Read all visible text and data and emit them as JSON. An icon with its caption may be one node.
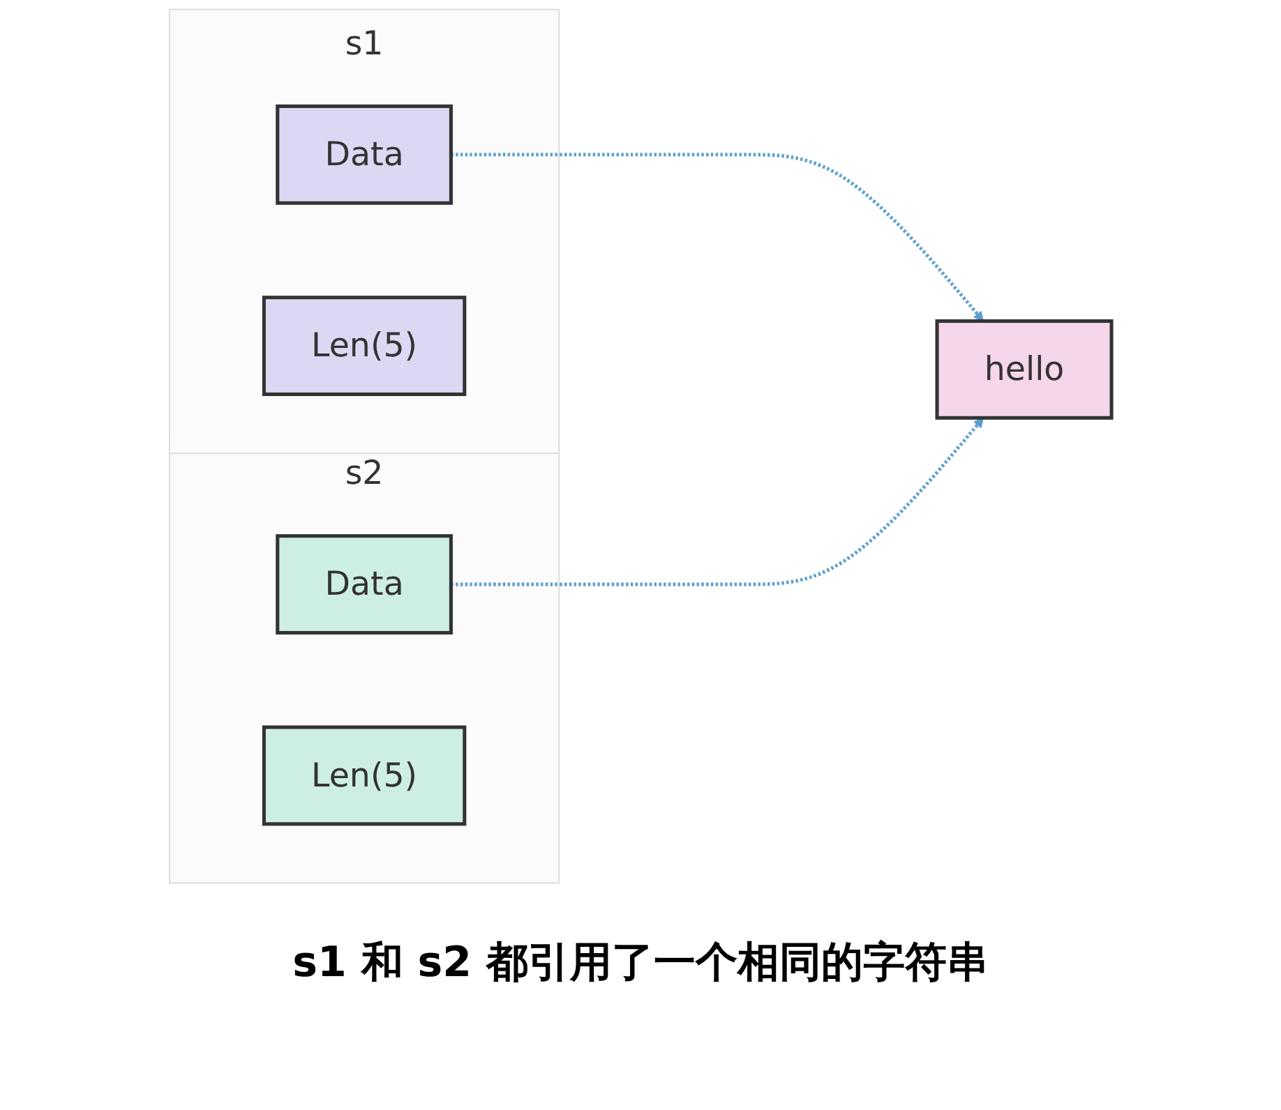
{
  "diagram": {
    "caption": "s1 和 s2 都引用了一个相同的字符串",
    "nodes": [
      {
        "text": [
          "s1"
        ]
      },
      {
        "text": [
          "Data"
        ],
        "in": 0
      },
      {
        "text": [
          "Len(5)"
        ],
        "in": 0
      },
      {
        "text": [
          "hello"
        ]
      },
      {
        "text": [
          "s2"
        ]
      },
      {
        "text": [
          "Data"
        ],
        "in": 4
      },
      {
        "text": [
          "Len(5)"
        ],
        "in": 4
      }
    ],
    "edges": [
      {
        "from": 1,
        "to": 3,
        "arrow": "to",
        "style": "dashed"
      },
      {
        "from": 5,
        "to": 3,
        "arrow": "to",
        "style": "dashed"
      }
    ]
  }
}
